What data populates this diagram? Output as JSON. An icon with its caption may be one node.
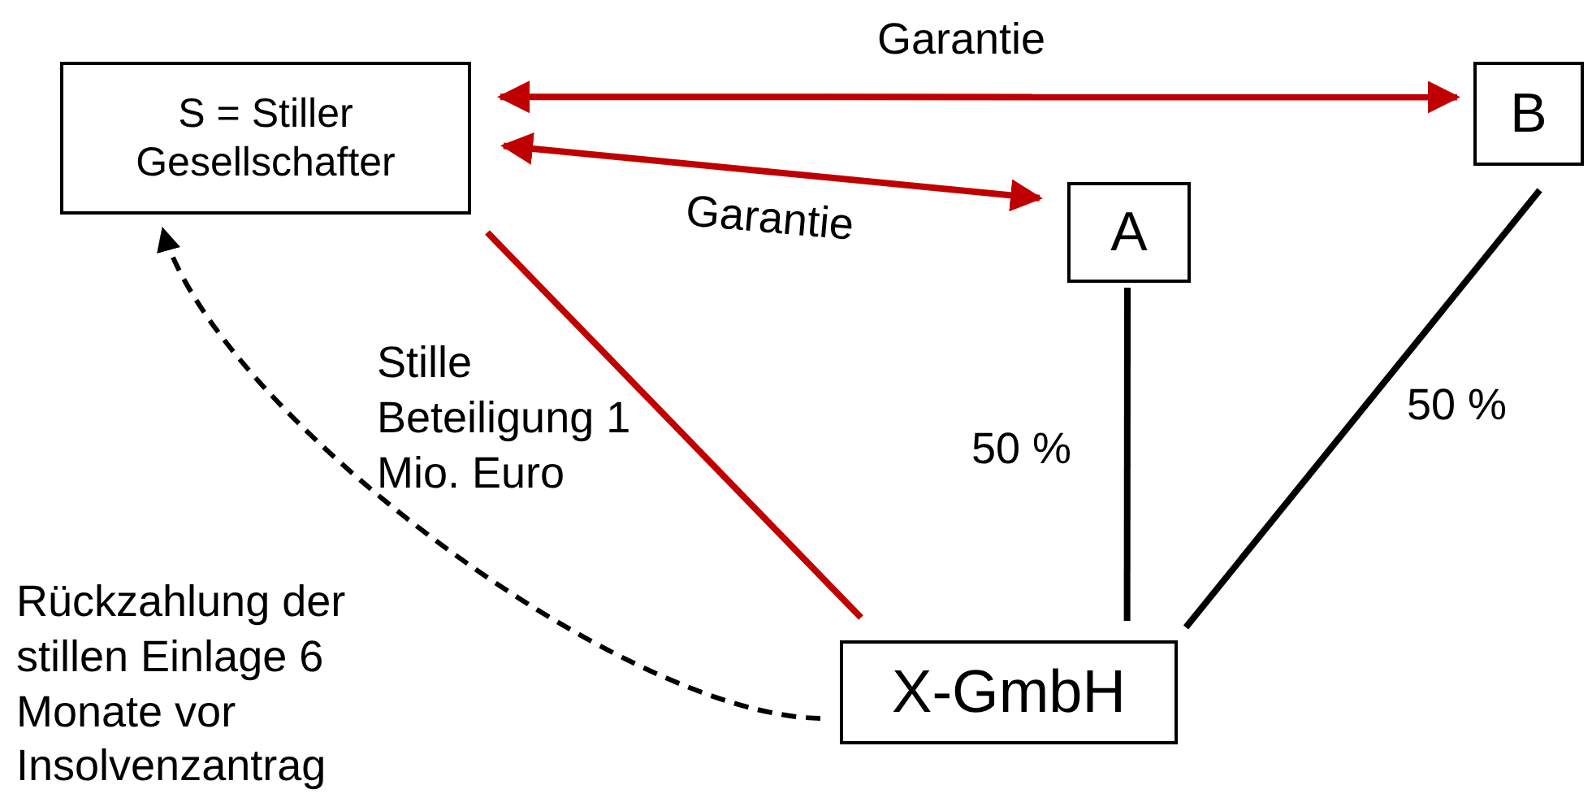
{
  "diagram": {
    "nodes": [
      {
        "text": [
          "S = Stiller Gesellschafter"
        ]
      },
      {
        "text": [
          "B"
        ]
      },
      {
        "text": [
          "A"
        ]
      },
      {
        "text": [
          "X-GmbH"
        ]
      }
    ],
    "edges": [
      {
        "from": 0,
        "to": 1,
        "arrow": "both",
        "label": "Garantie"
      },
      {
        "from": 0,
        "to": 2,
        "arrow": "both",
        "label": "Garantie"
      },
      {
        "from": 0,
        "to": 3,
        "arrow": "none",
        "label": "Stille Beteiligung 1 Mio. Euro"
      },
      {
        "from": 2,
        "to": 3,
        "arrow": "none",
        "label": "50 %",
        "color": "#000000"
      },
      {
        "from": 1,
        "to": 3,
        "arrow": "none",
        "label": "50 %",
        "color": "#000000"
      },
      {
        "from": 3,
        "to": 0,
        "arrow": "to",
        "label": "Rückzahlung der stillen Einlage 6 Monate vor Insolvenzantrag",
        "style": "dashed",
        "color": "#000000"
      }
    ]
  }
}
